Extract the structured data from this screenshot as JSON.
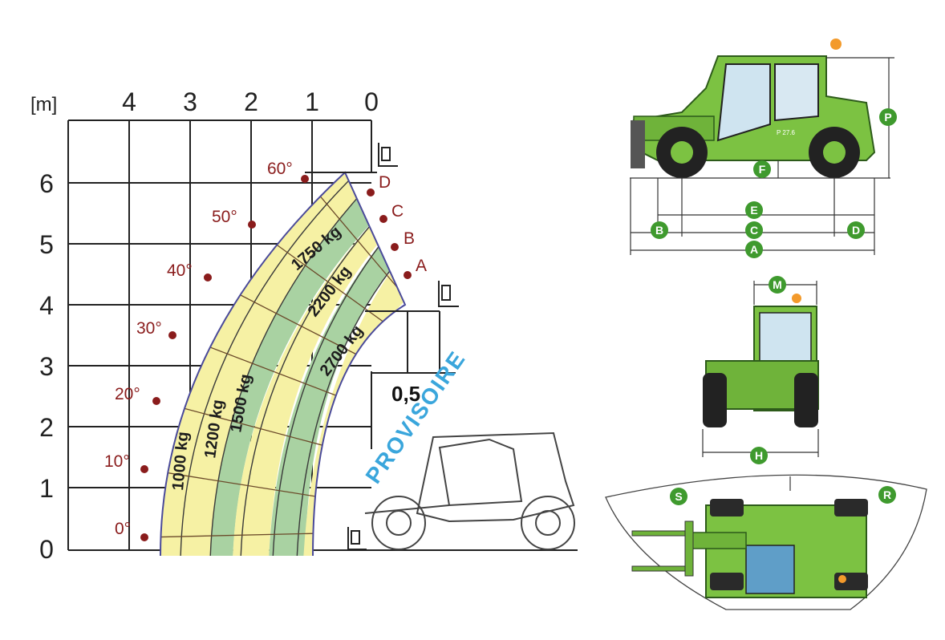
{
  "load_chart": {
    "unit_label": "[m]",
    "x_ticks": [
      "4",
      "3",
      "2",
      "1",
      "0"
    ],
    "y_ticks": [
      "6",
      "5",
      "4",
      "3",
      "2",
      "1",
      "0"
    ],
    "angles": [
      "0°",
      "10°",
      "20°",
      "30°",
      "40°",
      "50°",
      "60°"
    ],
    "zone_loads": [
      "1000 kg",
      "1200 kg",
      "1500 kg",
      "1750 kg",
      "2200 kg",
      "2700 kg"
    ],
    "stabilizer_positions": [
      "A",
      "B",
      "C",
      "D"
    ],
    "offset_label": "0,5",
    "watermark": "PROVISOIRE"
  },
  "dimension_callouts": {
    "side": [
      "P",
      "F",
      "E",
      "B",
      "C",
      "D",
      "A"
    ],
    "front": [
      "M",
      "H"
    ],
    "top": [
      "S",
      "R"
    ]
  },
  "machine_badge": "P 27.6",
  "colors": {
    "zone_yellow": "#f6f1a4",
    "zone_green": "#a9d2a2",
    "angle_red": "#8a1c1c",
    "callout_green": "#3f9a2e",
    "machine_green": "#7cc242",
    "watermark_blue": "#3aa6dc"
  }
}
